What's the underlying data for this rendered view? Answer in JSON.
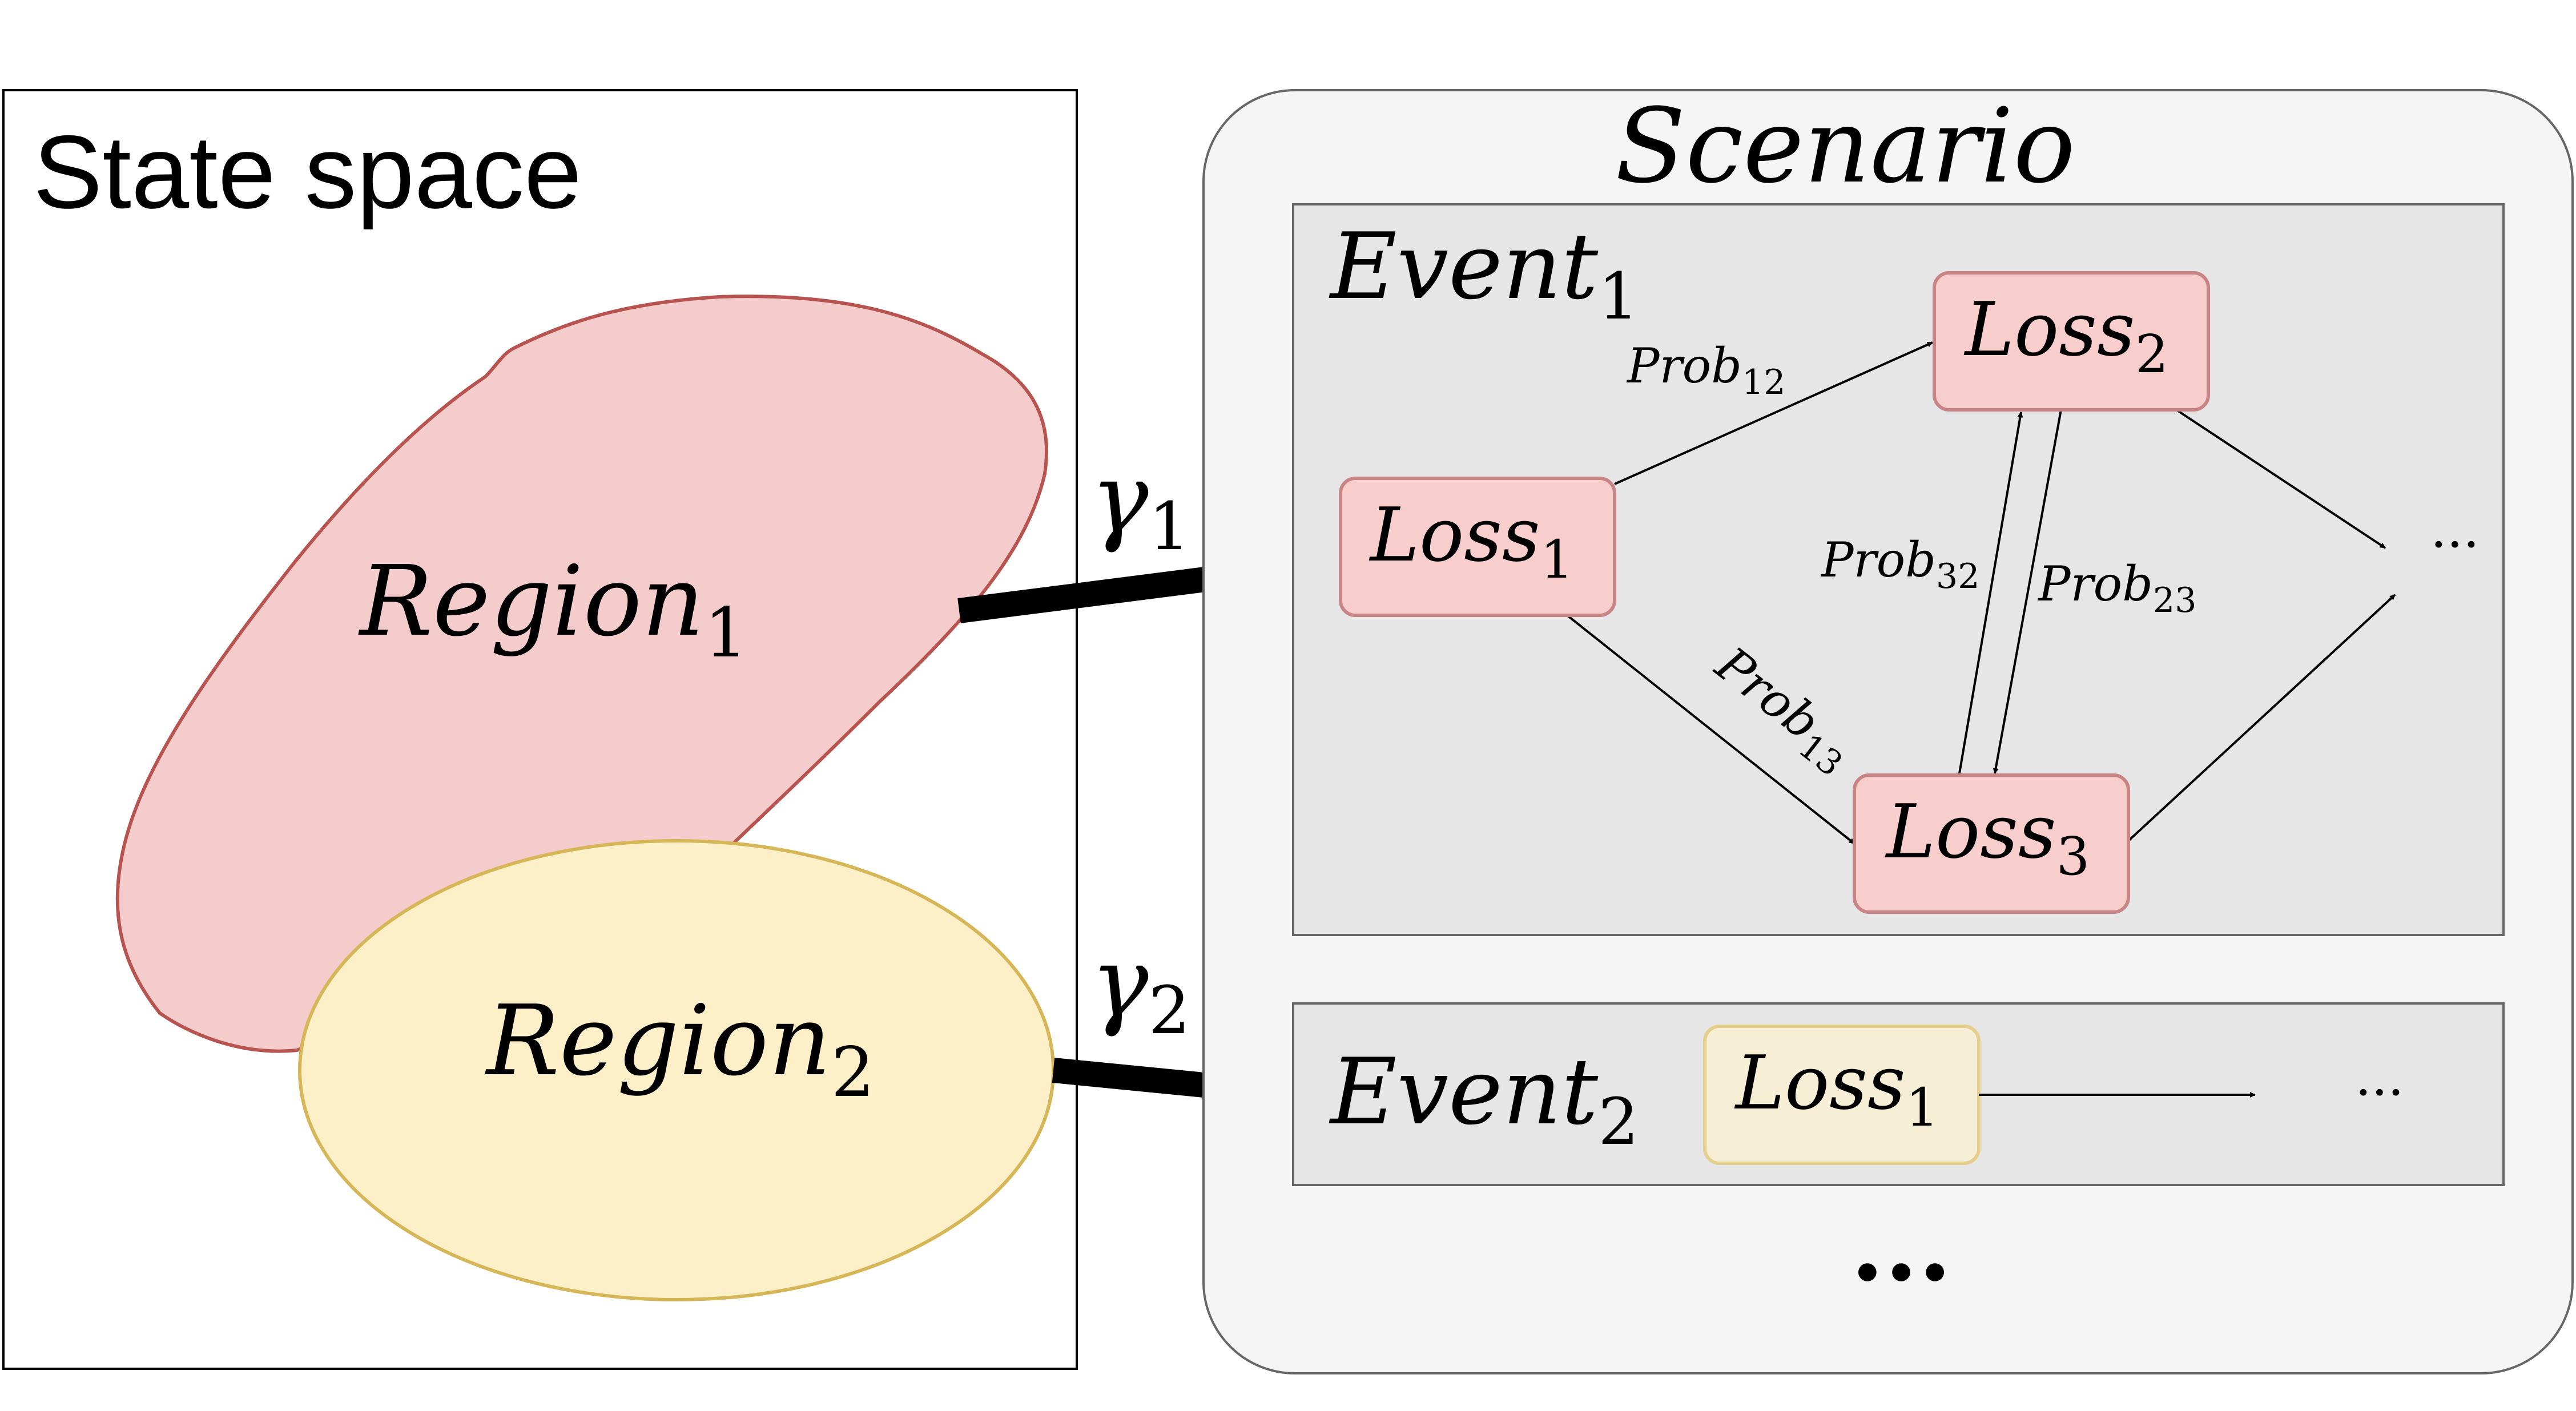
{
  "state_space": {
    "title": "State space",
    "region1": {
      "base": "Region",
      "sub": "1"
    },
    "region2": {
      "base": "Region",
      "sub": "2"
    }
  },
  "maps": {
    "gamma1": {
      "base": "γ",
      "sub": "1"
    },
    "gamma2": {
      "base": "γ",
      "sub": "2"
    }
  },
  "scenario": {
    "title": "Scenario",
    "event1": {
      "label": {
        "base": "Event",
        "sub": "1"
      },
      "loss1": {
        "base": "Loss",
        "sub": "1"
      },
      "loss2": {
        "base": "Loss",
        "sub": "2"
      },
      "loss3": {
        "base": "Loss",
        "sub": "3"
      },
      "prob12": {
        "base": "Prob",
        "sub": "12"
      },
      "prob13": {
        "base": "Prob",
        "sub": "13"
      },
      "prob32": {
        "base": "Prob",
        "sub": "32"
      },
      "prob23": {
        "base": "Prob",
        "sub": "23"
      },
      "ellipsis": "···"
    },
    "event2": {
      "label": {
        "base": "Event",
        "sub": "2"
      },
      "loss1": {
        "base": "Loss",
        "sub": "1"
      },
      "ellipsis": "···"
    },
    "more_events": "···"
  },
  "colors": {
    "region1_fill": "#f5cccc",
    "region1_stroke": "#b85450",
    "region2_fill": "#fdf0c9",
    "region2_stroke": "#d6b656",
    "scenario_fill": "#f5f5f5",
    "event_fill": "#e6e6e6",
    "loss_red_fill": "#f8cecc",
    "loss_red_stroke": "#c98585",
    "loss_yellow_fill": "#f7eed6",
    "loss_yellow_stroke": "#e4cf8c"
  }
}
